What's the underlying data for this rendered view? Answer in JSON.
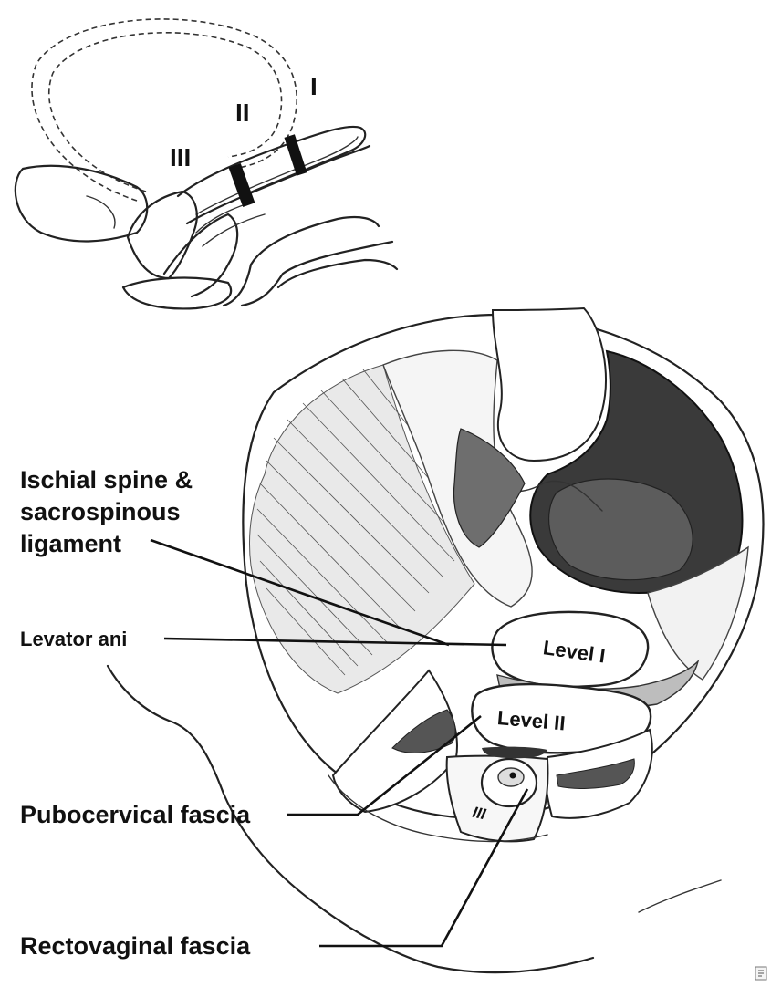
{
  "inset": {
    "level_roman_1": "I",
    "level_roman_2": "II",
    "level_roman_3": "III"
  },
  "labels": {
    "ischial_spine_line1": "Ischial spine &",
    "ischial_spine_line2": "sacrospinous",
    "ischial_spine_line3": "ligament",
    "levator_ani": "Levator ani",
    "pubocervical_fascia": "Pubocervical fascia",
    "rectovaginal_fascia": "Rectovaginal fascia"
  },
  "levels": {
    "level_1": "Level I",
    "level_2": "Level II",
    "level_3": "III"
  },
  "icons": {
    "corner": "page-corner-icon"
  }
}
